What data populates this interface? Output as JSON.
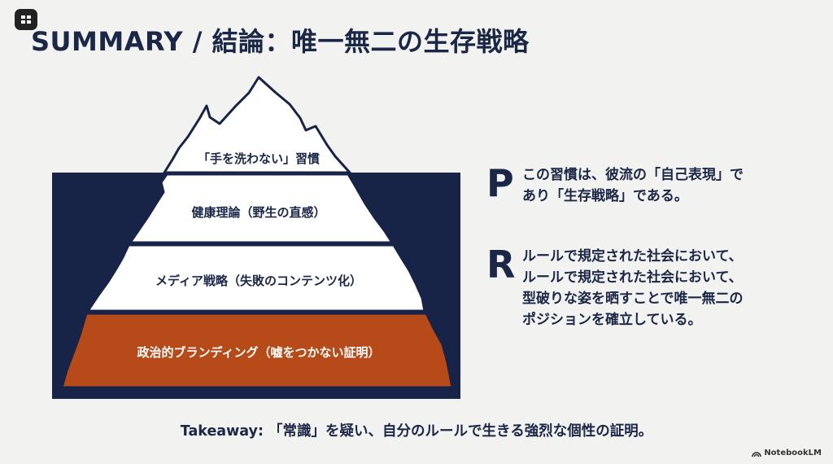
{
  "title": "SUMMARY / 結論：唯一無二の生存戦略",
  "diagram": {
    "tiers": [
      {
        "label": "「手を洗わない」習慣"
      },
      {
        "label": "健康理論（野生の直感）"
      },
      {
        "label": "メディア戦略（失敗のコンテンツ化）"
      },
      {
        "label": "政治的ブランディング（嘘をつかない証明）"
      }
    ],
    "colors": {
      "water": "#172347",
      "ice": "#ffffff",
      "outline": "#172347",
      "base": "#b64a18"
    }
  },
  "points": [
    {
      "letter": "P",
      "lines": [
        "この習慣は、彼流の「自己表現」で",
        "あり「生存戦略」である。"
      ]
    },
    {
      "letter": "R",
      "lines": [
        "ルールで規定された社会において、",
        "ルールで規定された社会において、",
        "型破りな姿を晒すことで唯一無二の",
        "ポジションを確立している。"
      ]
    }
  ],
  "takeaway": "Takeaway: 「常識」を疑い、自分のルールで生きる強烈な個性の証明。",
  "footer": {
    "brand": "NotebookLM"
  }
}
